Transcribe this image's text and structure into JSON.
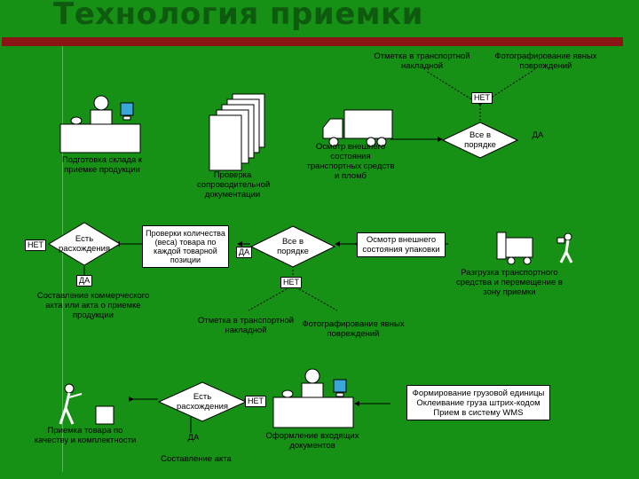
{
  "title": "Технология приемки",
  "top_left_label": "Отметка в транспортной накладной",
  "top_right_label": "Фотографирование явных повреждений",
  "tag_net_top": "НЕТ",
  "tag_da_top": "ДА",
  "preparation_label": "Подготовка склада к приемке продукции",
  "docs_label": "Проверка сопроводительной документации",
  "truck_label": "Осмотр внешнего состояния транспортных средств и пломб",
  "decision_top": "Все в порядке",
  "tag_net_left": "НЕТ",
  "decision_diff": "Есть расхождения",
  "count_box": "Проверки количества (веса) товара по каждой товарной позиции",
  "tag_da_mid": "ДА",
  "decision_ok2": "Все в порядке",
  "packaging_box": "Осмотр внешнего состояния упаковки",
  "unloading_label": "Разгрузка транспортного средства и перемещение в зону приемки",
  "tag_da_left": "ДА",
  "tag_net_mid": "НЕТ",
  "commercial_act_label": "Составление коммерческого акта или акта о приемке продукции",
  "waybill_label_mid": "Отметка в транспортной накладной",
  "photo_label_mid": "Фотографирование явных повреждений",
  "quality_label": "Приемка товара по качеству и комплектности",
  "decision_diff2": "Есть расхождения",
  "tag_net_bottom": "НЕТ",
  "tag_da_bottom": "ДА",
  "act_bottom_label": "Составление акта",
  "docs_out_label": "Оформление входящих документов",
  "cargo_box": "Формирование грузовой единицы Оклеивание груза штрих-кодом Прием в систему WMS"
}
